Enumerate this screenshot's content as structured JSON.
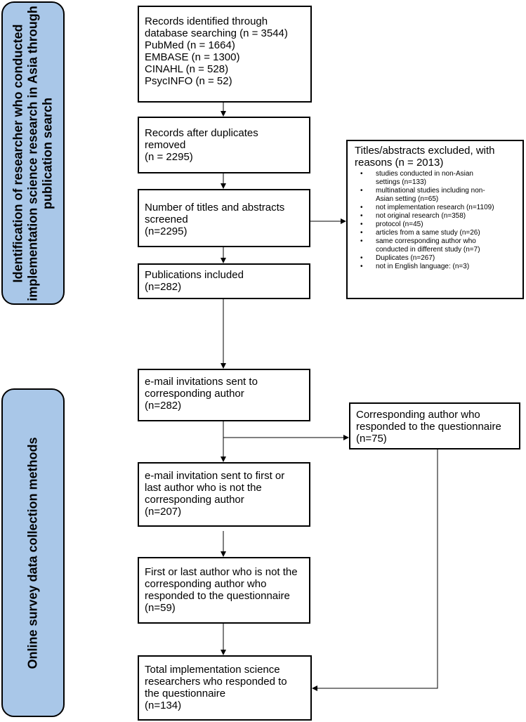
{
  "side_labels": {
    "identification": [
      "Identification of researcher who conducted",
      "implementation science research in Asia through",
      "publication search"
    ],
    "online_survey": [
      "Online survey data collection methods"
    ]
  },
  "boxes": {
    "records_identified": [
      "Records identified through",
      "database searching (n = 3544)",
      "PubMed (n = 1664)",
      "EMBASE (n = 1300)",
      "CINAHL (n = 528)",
      "PsycINFO (n = 52)"
    ],
    "after_duplicates": [
      "Records after duplicates",
      "removed",
      "(n = 2295)"
    ],
    "screened": [
      "Number of titles and abstracts",
      "screened",
      "(n=2295)"
    ],
    "publications_included": [
      "Publications included",
      "(n=282)"
    ],
    "email_corresponding": [
      "e-mail invitations sent to",
      "corresponding author",
      "(n=282)"
    ],
    "corresponding_responded": [
      "Corresponding author who",
      "responded to the questionnaire",
      "(n=75)"
    ],
    "email_first_last": [
      "e-mail invitation sent to first or",
      "last author who is not the",
      "corresponding author",
      "(n=207)"
    ],
    "first_last_responded": [
      "First or last author who is not the",
      "corresponding author who",
      "responded to the questionnaire",
      "(n=59)"
    ],
    "total_responded": [
      "Total implementation science",
      "researchers who responded to",
      "the questionnaire",
      "(n=134)"
    ]
  },
  "exclusions": {
    "heading": [
      "Titles/abstracts excluded, with",
      "reasons (n = 2013)"
    ],
    "items": [
      [
        "studies conducted in non-Asian",
        "settings (n=133)"
      ],
      [
        "multinational studies including non-",
        "Asian setting (n=65)"
      ],
      [
        "not implementation research (n=1109)"
      ],
      [
        "not original research (n=358)"
      ],
      [
        "protocol (n=45)"
      ],
      [
        "articles from a same study (n=26)"
      ],
      [
        "same corresponding author who",
        "conducted in different study (n=7)"
      ],
      [
        "Duplicates (n=267)"
      ],
      [
        "not in English language: (n=3)"
      ]
    ]
  },
  "colors": {
    "side_fill": "#a9c7e8",
    "line": "#000000"
  }
}
